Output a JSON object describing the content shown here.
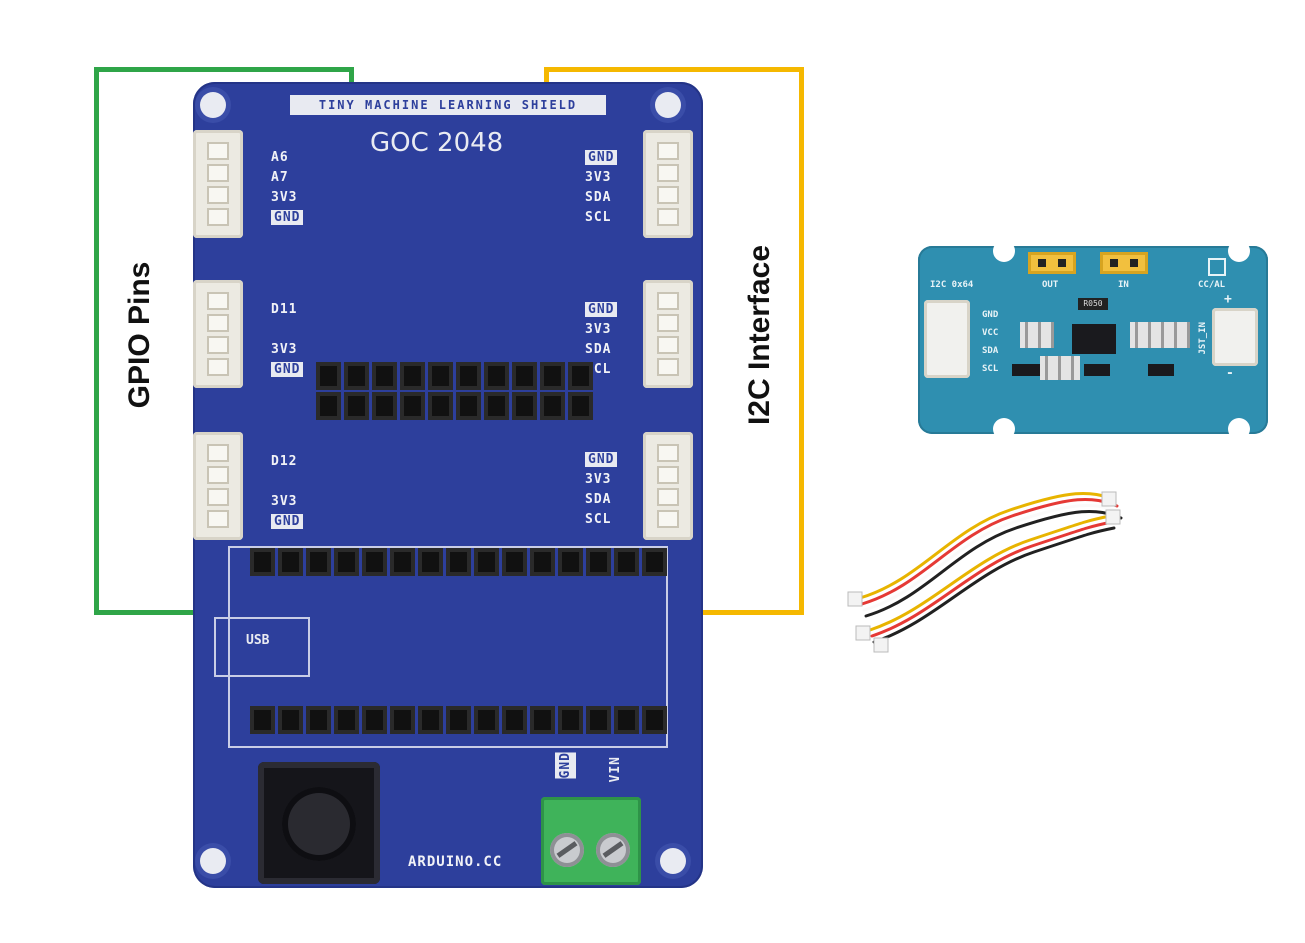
{
  "shield": {
    "title": "TINY MACHINE LEARNING SHIELD",
    "model": "GOC  2048",
    "left_connectors": [
      {
        "pins": [
          "A6",
          "A7",
          "3V3",
          "GND"
        ]
      },
      {
        "pins": [
          "D11",
          "",
          "3V3",
          "GND"
        ]
      },
      {
        "pins": [
          "D12",
          "",
          "3V3",
          "GND"
        ]
      }
    ],
    "right_connectors": [
      {
        "pins": [
          "GND",
          "3V3",
          "SDA",
          "SCL"
        ]
      },
      {
        "pins": [
          "GND",
          "3V3",
          "SDA",
          "SCL"
        ]
      },
      {
        "pins": [
          "GND",
          "3V3",
          "SDA",
          "SCL"
        ]
      }
    ],
    "usb_label": "USB",
    "footer": "ARDUINO.CC",
    "terminal_labels": [
      "GND",
      "VIN"
    ]
  },
  "annotations": {
    "gpio_label": "GPIO Pins",
    "gpio_color": "#2fa548",
    "i2c_label": "I2C Interface",
    "i2c_color": "#f5b800"
  },
  "module": {
    "address": "I2C 0x64",
    "pins": [
      "GND",
      "VCC",
      "SDA",
      "SCL"
    ],
    "out_label": "OUT",
    "in_label": "IN",
    "ccal_label": "CC/AL",
    "jst_label": "JST_IN",
    "plus": "+",
    "minus": "-",
    "resistor": "R050"
  }
}
